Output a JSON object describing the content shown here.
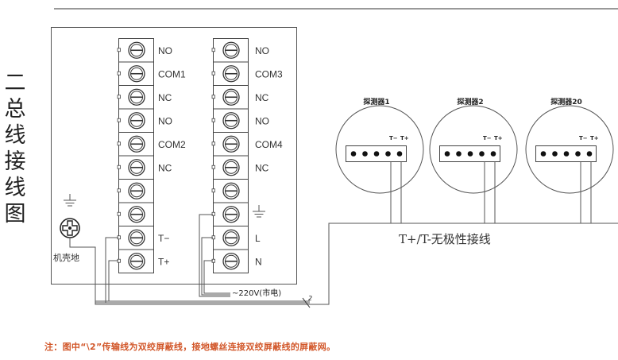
{
  "title": {
    "chars": [
      "二",
      "总",
      "线",
      "接",
      "线",
      "图"
    ],
    "text": "二总线接线图"
  },
  "controller": {
    "block_left": {
      "terminals": [
        {
          "label": "NO"
        },
        {
          "label": "COM1"
        },
        {
          "label": "NC"
        },
        {
          "label": "NO"
        },
        {
          "label": "COM2"
        },
        {
          "label": "NC"
        },
        {
          "label": ""
        },
        {
          "label": ""
        },
        {
          "label": "T−"
        },
        {
          "label": "T+"
        }
      ]
    },
    "block_right": {
      "terminals": [
        {
          "label": "NO"
        },
        {
          "label": "COM3"
        },
        {
          "label": "NC"
        },
        {
          "label": "NO"
        },
        {
          "label": "COM4"
        },
        {
          "label": "NC"
        },
        {
          "label": ""
        },
        {
          "label": "",
          "symbol": "ground"
        },
        {
          "label": "L"
        },
        {
          "label": "N"
        }
      ]
    },
    "chassis_ground_label": "机壳地",
    "mains_label": "~220V(市电)",
    "cable_marker": "2"
  },
  "detectors": [
    {
      "name": "探测器1",
      "pins": [
        "T−",
        "T+"
      ],
      "dot_count": 5
    },
    {
      "name": "探测器2",
      "pins": [
        "T−",
        "T+"
      ],
      "dot_count": 5
    },
    {
      "name": "探测器20",
      "pins": [
        "T−",
        "T+"
      ],
      "dot_count": 5
    }
  ],
  "bus_label": "T+/T-无极性接线",
  "note": "注：图中“\\2”传输线为双绞屏蔽线，接地螺丝连接双绞屏蔽线的屏蔽网。",
  "colors": {
    "line": "#333333",
    "note": "#d2572a",
    "background": "#ffffff"
  }
}
